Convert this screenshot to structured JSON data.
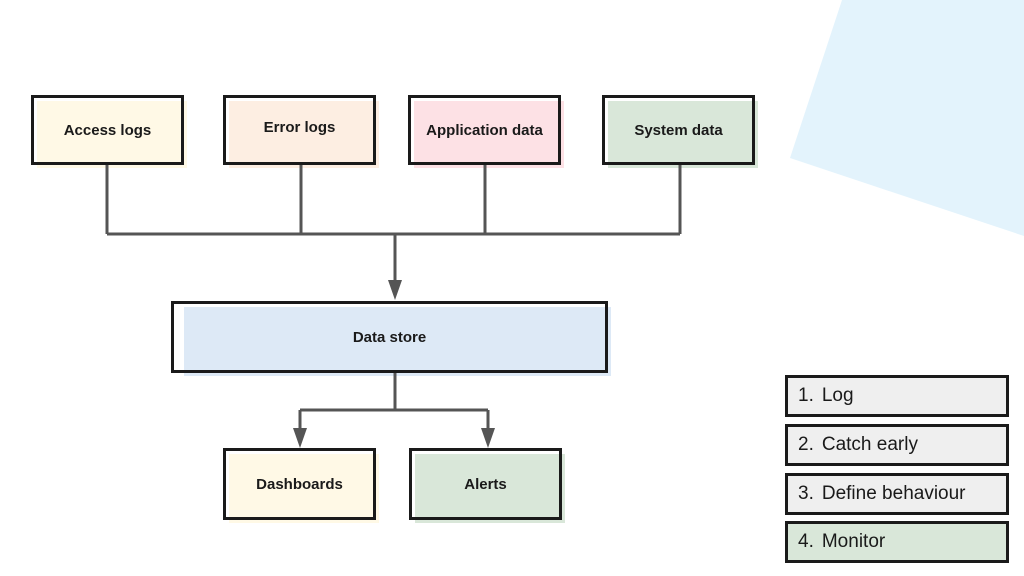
{
  "colors": {
    "access": "#fff9e6",
    "error": "#fdeee2",
    "application": "#fde1e5",
    "system": "#d9e7d9",
    "store": "#dde9f6",
    "dashboards": "#fff9e6",
    "alerts": "#d9e7d9",
    "legend_default": "#efefef",
    "legend_active": "#d9e7d9",
    "line": "#555555",
    "bg_shape": "#e3f3fc"
  },
  "sources": [
    {
      "label": "Access logs"
    },
    {
      "label": "Error logs"
    },
    {
      "label": "Application data"
    },
    {
      "label": "System data"
    }
  ],
  "store": {
    "label": "Data store"
  },
  "outputs": [
    {
      "label": "Dashboards"
    },
    {
      "label": "Alerts"
    }
  ],
  "legend": [
    {
      "num": "1.",
      "text": "Log",
      "active": false
    },
    {
      "num": "2.",
      "text": "Catch early",
      "active": false
    },
    {
      "num": "3.",
      "text": "Define behaviour",
      "active": false
    },
    {
      "num": "4.",
      "text": "Monitor",
      "active": true
    }
  ]
}
